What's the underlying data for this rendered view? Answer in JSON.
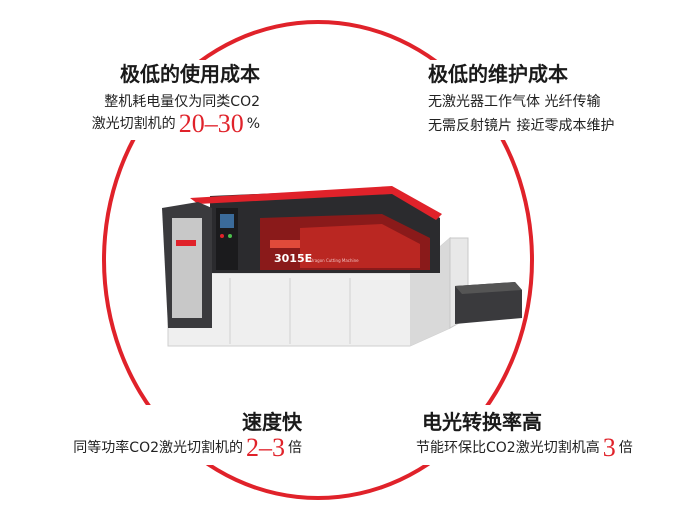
{
  "features": {
    "top_left": {
      "title": "极低的使用成本",
      "line1": "整机耗电量仅为同类CO2",
      "line2_pre": "激光切割机的",
      "line2_num": "20–30",
      "line2_post": "%"
    },
    "top_right": {
      "title": "极低的维护成本",
      "line1": "无激光器工作气体 光纤传输",
      "line2": "无需反射镜片 接近零成本维护"
    },
    "bottom_left": {
      "title": "速度快",
      "line_pre": "同等功率CO2激光切割机的",
      "line_num": "2–3",
      "line_post": "倍"
    },
    "bottom_right": {
      "title": "电光转换率高",
      "line_pre": "节能环保比CO2激光切割机高",
      "line_num": "3",
      "line_post": "倍"
    }
  },
  "machine": {
    "model_label": "3015E",
    "subtitle": "Dragon Cutting Machine"
  },
  "colors": {
    "accent": "#e0222a",
    "machine_dark": "#2b2b2e",
    "machine_body": "#f2f2f2"
  }
}
